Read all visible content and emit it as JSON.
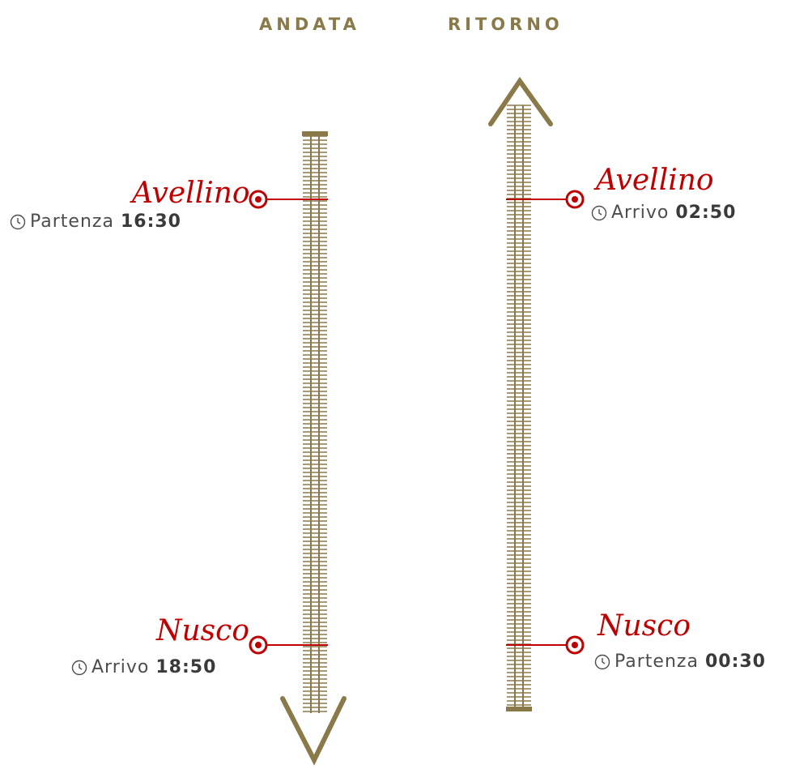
{
  "headers": {
    "andata": "ANDATA",
    "ritorno": "RITORNO"
  },
  "andata": {
    "departure": {
      "city": "Avellino",
      "label": "Partenza",
      "time": "16:30"
    },
    "arrival": {
      "city": "Nusco",
      "label": "Arrivo",
      "time": "18:50"
    }
  },
  "ritorno": {
    "arrival": {
      "city": "Avellino",
      "label": "Arrivo",
      "time": "02:50"
    },
    "departure": {
      "city": "Nusco",
      "label": "Partenza",
      "time": "00:30"
    }
  },
  "colors": {
    "track": "#8a7a4a",
    "station": "#c00000",
    "text": "#4d4d4d"
  }
}
